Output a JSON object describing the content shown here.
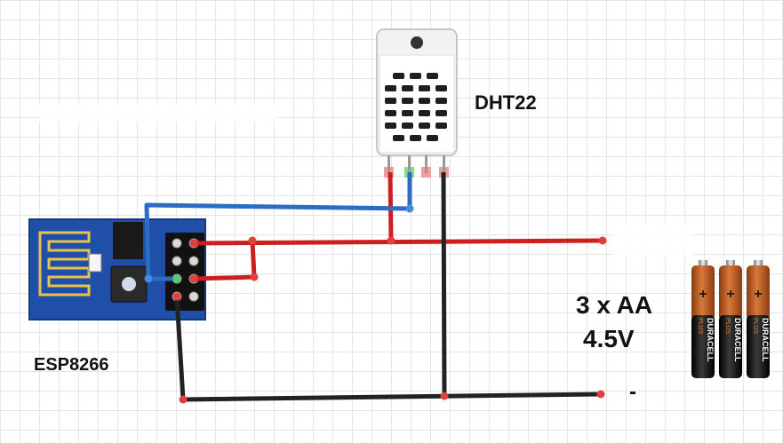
{
  "labels": {
    "sensor": "DHT22",
    "module": "ESP8266",
    "battery_count": "3 x AA",
    "battery_voltage": "4.5V",
    "negative": "-"
  },
  "battery": {
    "brand": "DURACELL",
    "sub": "PLUS",
    "polarity": "+"
  },
  "colors": {
    "pcb": "#1f4fa8",
    "wire_red": "#cc1f1f",
    "wire_black": "#222222",
    "wire_blue": "#2b6cc4",
    "sensor_body": "#f2f2f2",
    "battery_copper": "#c2622a",
    "battery_black": "#1a1a1a"
  }
}
